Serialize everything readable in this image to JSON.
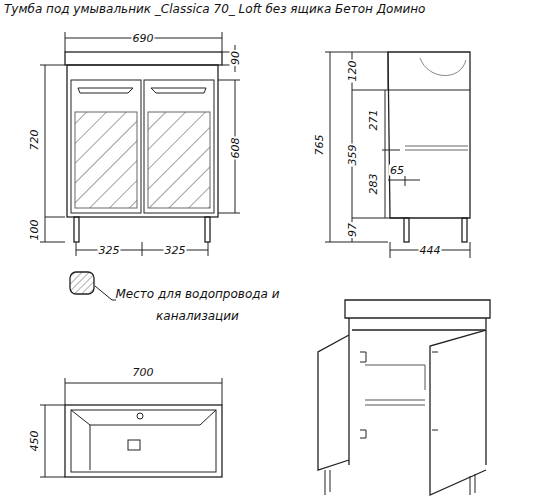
{
  "diagram": {
    "title": "Тумба под умывальник _Classica 70_ Loft без ящика Бетон Домино",
    "labels": [
      "690",
      "90",
      "720",
      "608",
      "100",
      "325",
      "325",
      "120",
      "271",
      "765",
      "359",
      "65",
      "283",
      "97",
      "444",
      "700",
      "450"
    ],
    "legend": [
      {
        "text": "Место для водопровода и канализации"
      }
    ]
  }
}
